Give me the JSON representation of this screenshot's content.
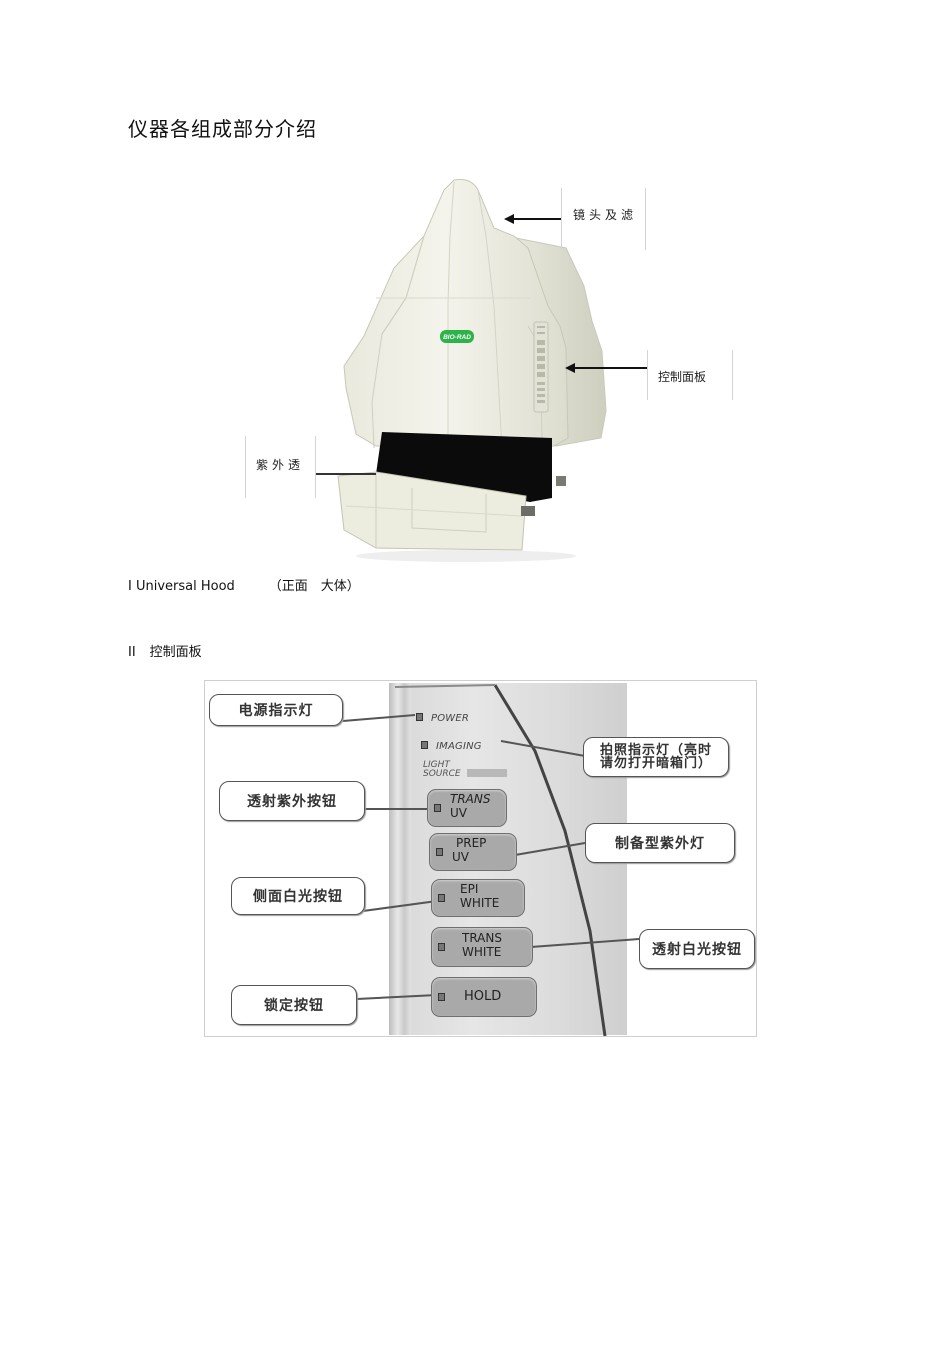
{
  "document": {
    "title": "仪器各组成部分介绍"
  },
  "figure1": {
    "description": "Bio-Rad Universal Hood imaging device, front view",
    "brand_logo": "BIO-RAD",
    "brand_color": "#2db34a",
    "callouts": {
      "lens": "镜头及滤",
      "control_panel": "控制面板",
      "uv": "紫外透"
    },
    "caption": {
      "prefix": "I Universal Hood",
      "paren": "（正面　大体）"
    }
  },
  "section2": {
    "numeral": "II",
    "label": "控制面板"
  },
  "figure2": {
    "panel": {
      "power_label": "POWER",
      "imaging_label": "IMAGING",
      "light_source_line1": "LIGHT",
      "light_source_line2": "SOURCE",
      "buttons": [
        {
          "line1": "TRANS",
          "line2": "UV"
        },
        {
          "line1": "PREP",
          "line2": "UV"
        },
        {
          "line1": "EPI",
          "line2": "WHITE"
        },
        {
          "line1": "TRANS",
          "line2": "WHITE"
        },
        {
          "line1": "HOLD",
          "line2": ""
        }
      ]
    },
    "callouts": {
      "power": "电源指示灯",
      "imaging_line1": "拍照指示灯（亮时",
      "imaging_line2": "请勿打开暗箱门）",
      "trans_uv": "透射紫外按钮",
      "prep_uv": "制备型紫外灯",
      "epi_white": "侧面白光按钮",
      "trans_white": "透射白光按钮",
      "hold": "锁定按钮"
    }
  }
}
